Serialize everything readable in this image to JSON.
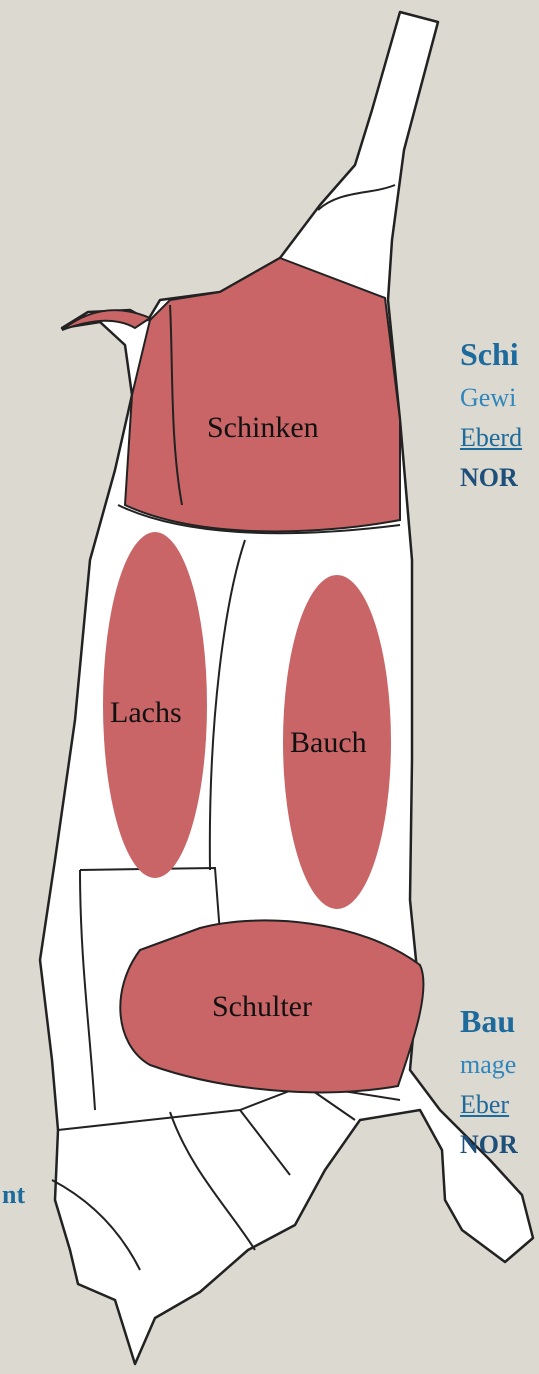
{
  "diagram": {
    "colors": {
      "background": "#dcd9d0",
      "cut_fill": "#c96566",
      "carcass_fill": "#ffffff",
      "outline": "#222222"
    },
    "cuts": [
      {
        "id": "schinken",
        "label": "Schinken"
      },
      {
        "id": "lachs",
        "label": "Lachs"
      },
      {
        "id": "bauch",
        "label": "Bauch"
      },
      {
        "id": "schulter",
        "label": "Schulter"
      }
    ]
  },
  "side_panels": [
    {
      "title": "Schi",
      "desc": "Gewi",
      "link": "Eberd",
      "brand": "NOR"
    },
    {
      "title": "Bau",
      "desc": "mage",
      "link": "Eber",
      "brand": "NOR"
    }
  ],
  "left_fragment": "nt"
}
